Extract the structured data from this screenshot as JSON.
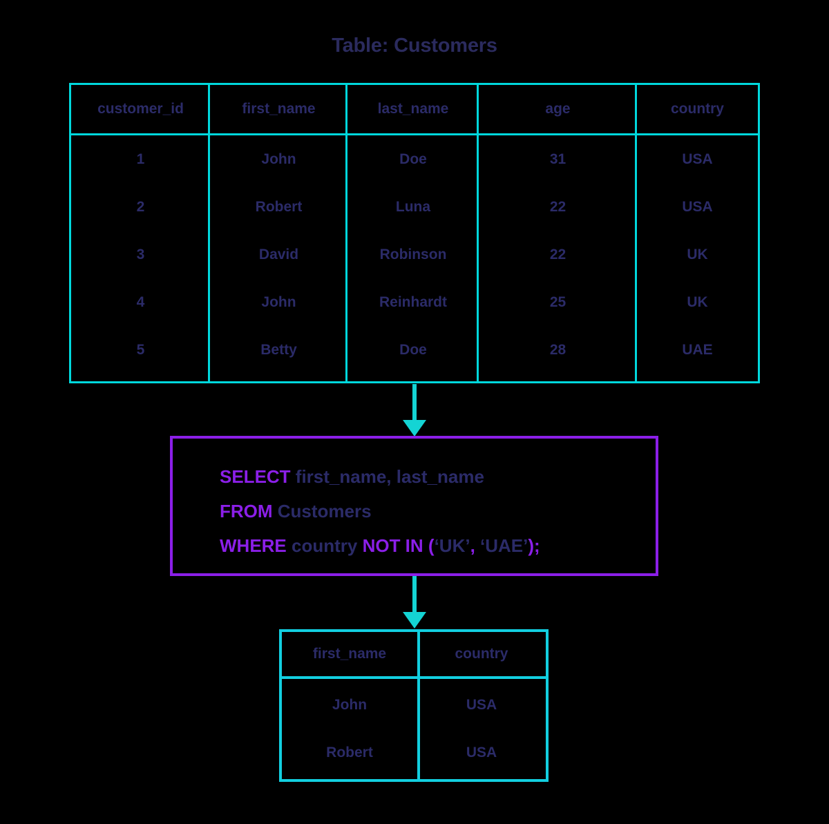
{
  "title": "Table: Customers",
  "colors": {
    "background": "#000000",
    "table_border": "#00d8dd",
    "result_border": "#12cfe0",
    "arrow": "#14d4d4",
    "query_border": "#8b1fe8",
    "keyword": "#8b1fe8",
    "text": "#2b2b68"
  },
  "source_table": {
    "name": "Customers",
    "columns": [
      "customer_id",
      "first_name",
      "last_name",
      "age",
      "country"
    ],
    "rows": [
      [
        "1",
        "John",
        "Doe",
        "31",
        "USA"
      ],
      [
        "2",
        "Robert",
        "Luna",
        "22",
        "USA"
      ],
      [
        "3",
        "David",
        "Robinson",
        "22",
        "UK"
      ],
      [
        "4",
        "John",
        "Reinhardt",
        "25",
        "UK"
      ],
      [
        "5",
        "Betty",
        "Doe",
        "28",
        "UAE"
      ]
    ]
  },
  "query": {
    "lines": [
      {
        "tokens": [
          {
            "text": "SELECT",
            "type": "keyword"
          },
          {
            "text": " first_name, last_name",
            "type": "identifier"
          }
        ]
      },
      {
        "tokens": [
          {
            "text": "FROM",
            "type": "keyword"
          },
          {
            "text": " Customers",
            "type": "identifier"
          }
        ]
      },
      {
        "tokens": [
          {
            "text": "WHERE",
            "type": "keyword"
          },
          {
            "text": " country ",
            "type": "identifier"
          },
          {
            "text": "NOT IN",
            "type": "keyword"
          },
          {
            "text": " (",
            "type": "punct"
          },
          {
            "text": "‘UK’",
            "type": "literal"
          },
          {
            "text": ", ",
            "type": "punct"
          },
          {
            "text": "‘UAE’",
            "type": "literal"
          },
          {
            "text": ");",
            "type": "punct"
          }
        ]
      }
    ],
    "full_text": "SELECT first_name, last_name FROM Customers WHERE country NOT IN (‘UK’, ‘UAE’);"
  },
  "result_table": {
    "columns": [
      "first_name",
      "country"
    ],
    "rows": [
      [
        "John",
        "USA"
      ],
      [
        "Robert",
        "USA"
      ]
    ]
  },
  "arrows": [
    {
      "name": "arrow-table-to-query",
      "direction": "down"
    },
    {
      "name": "arrow-query-to-result",
      "direction": "down"
    }
  ]
}
